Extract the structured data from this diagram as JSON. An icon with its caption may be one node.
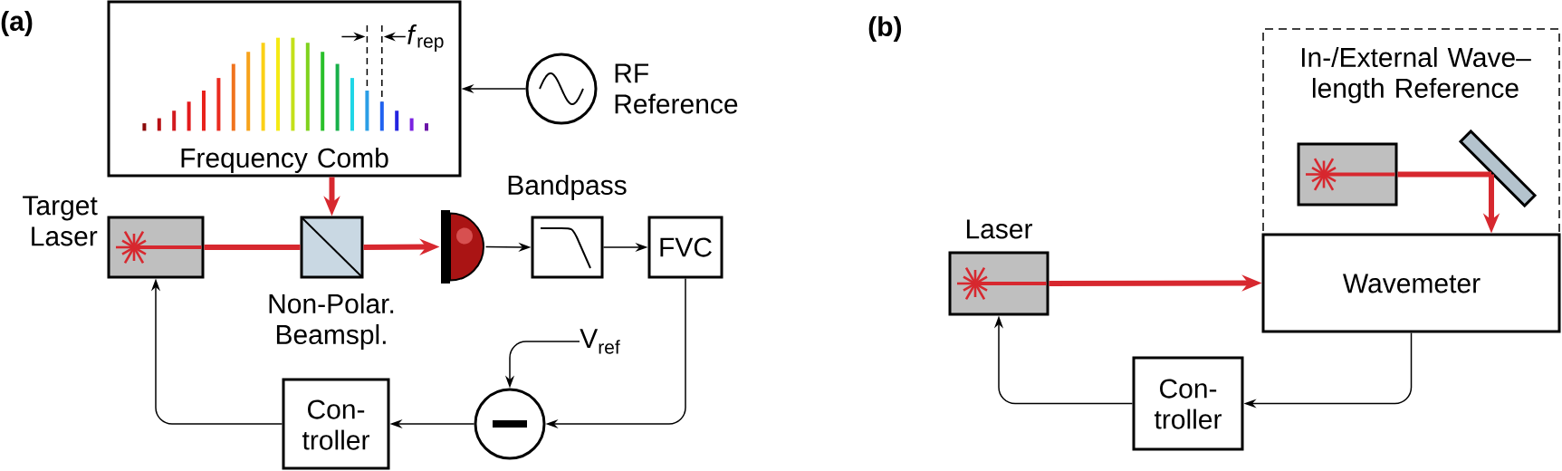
{
  "diagram": {
    "nodes": [
      {
        "text": [
          "Frequency Comb"
        ]
      },
      {
        "text": [
          "RF Reference"
        ]
      },
      {
        "text": [
          "Target Laser"
        ]
      },
      {
        "text": [
          "Non-Polar. Beamspl."
        ]
      },
      {
        "text": [],
        "shape": "detector"
      },
      {
        "text": [
          "Bandpass"
        ]
      },
      {
        "text": [
          "FVC"
        ]
      },
      {
        "text": [
          "V$_{ref}$"
        ]
      },
      {
        "text": [],
        "shape": "circle"
      },
      {
        "text": [
          "Con- troller"
        ]
      },
      {
        "text": [
          "In-/External Wave– length Reference"
        ]
      },
      {
        "text": [],
        "shape": "box",
        "in": 10
      },
      {
        "text": [],
        "shape": "mirror",
        "in": 10
      },
      {
        "text": [
          "Laser"
        ]
      },
      {
        "text": [
          "Wavemeter"
        ]
      },
      {
        "text": [
          "Con- troller"
        ]
      }
    ],
    "edges": [
      {
        "from": 1,
        "to": 0,
        "arrow": "to"
      },
      {
        "from": 0,
        "to": 3,
        "arrow": "to",
        "style": "thick",
        "color": "#d7282f"
      },
      {
        "from": 2,
        "to": 3,
        "arrow": "none",
        "style": "thick",
        "color": "#d7282f"
      },
      {
        "from": 3,
        "to": 4,
        "arrow": "to",
        "style": "thick",
        "color": "#d7282f"
      },
      {
        "from": 4,
        "to": 5,
        "arrow": "to"
      },
      {
        "from": 5,
        "to": 6,
        "arrow": "to"
      },
      {
        "from": 6,
        "to": 8,
        "arrow": "to"
      },
      {
        "from": 7,
        "to": 8,
        "arrow": "to"
      },
      {
        "from": 8,
        "to": 9,
        "arrow": "to"
      },
      {
        "from": 9,
        "to": 2,
        "arrow": "to"
      },
      {
        "from": 11,
        "to": 12,
        "arrow": "none",
        "style": "thick",
        "color": "#d7282f"
      },
      {
        "from": 12,
        "to": 14,
        "arrow": "to",
        "style": "thick",
        "color": "#d7282f"
      },
      {
        "from": 13,
        "to": 14,
        "arrow": "to",
        "style": "thick",
        "color": "#d7282f"
      },
      {
        "from": 14,
        "to": 15,
        "arrow": "to"
      },
      {
        "from": 15,
        "to": 13,
        "arrow": "to"
      }
    ],
    "labels": [
      "(a)",
      "*f*$_{rep}$",
      "(b)"
    ]
  }
}
